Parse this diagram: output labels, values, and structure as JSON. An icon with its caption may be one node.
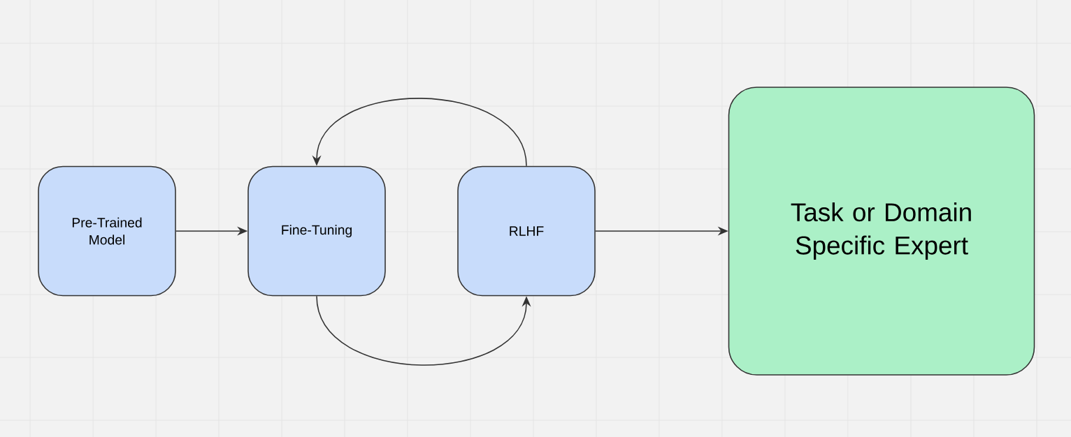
{
  "diagram": {
    "nodes": [
      {
        "text": [
          "Pre-Trained Model"
        ]
      },
      {
        "text": [
          "Fine-Tuning"
        ]
      },
      {
        "text": [
          "RLHF"
        ]
      },
      {
        "text": [
          "Task or Domain Specific Expert"
        ]
      }
    ],
    "edges": [
      {
        "from": 0,
        "to": 1,
        "arrow": "to"
      },
      {
        "from": 1,
        "to": 2,
        "arrow": "to"
      },
      {
        "from": 2,
        "to": 1,
        "arrow": "to"
      },
      {
        "from": 2,
        "to": 3,
        "arrow": "to"
      }
    ]
  }
}
